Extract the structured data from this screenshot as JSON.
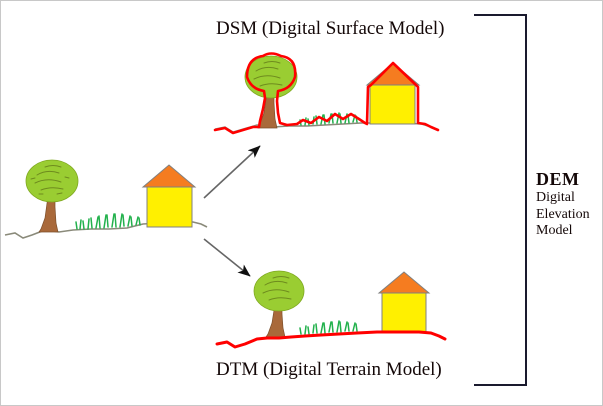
{
  "diagram": {
    "dsm_title": "DSM (Digital Surface Model)",
    "dtm_title": "DTM (Digital Terrain Model)",
    "dem": {
      "abbreviation": "DEM",
      "line1": "Digital",
      "line2": "Elevation",
      "line3": "Model"
    },
    "colors": {
      "canopy": "#9ACD32",
      "canopy_texture": "#6E8B1E",
      "trunk": "#A9693A",
      "house_body": "#FFF000",
      "house_roof": "#F57C20",
      "outline_gray": "#808080",
      "grass": "#22B14C",
      "terrain_line": "#8A8A7A",
      "model_line_red": "#FF0000",
      "arrow": "#555555",
      "bracket": "#1a1a2e",
      "background": "#FFFFFF"
    },
    "scenes": {
      "original": {
        "name": "original-landscape",
        "has_red_line": false
      },
      "dsm": {
        "name": "digital-surface-model-scene",
        "has_red_line": true,
        "red_line_follows": "top of trees, grass and buildings"
      },
      "dtm": {
        "name": "digital-terrain-model-scene",
        "has_red_line": true,
        "red_line_follows": "bare ground terrain only"
      }
    },
    "arrows": {
      "to_dsm": "arrow pointing up-right to DSM scene",
      "to_dtm": "arrow pointing down-right to DTM scene"
    },
    "bracket": "right bracket grouping DSM and DTM as DEM"
  }
}
